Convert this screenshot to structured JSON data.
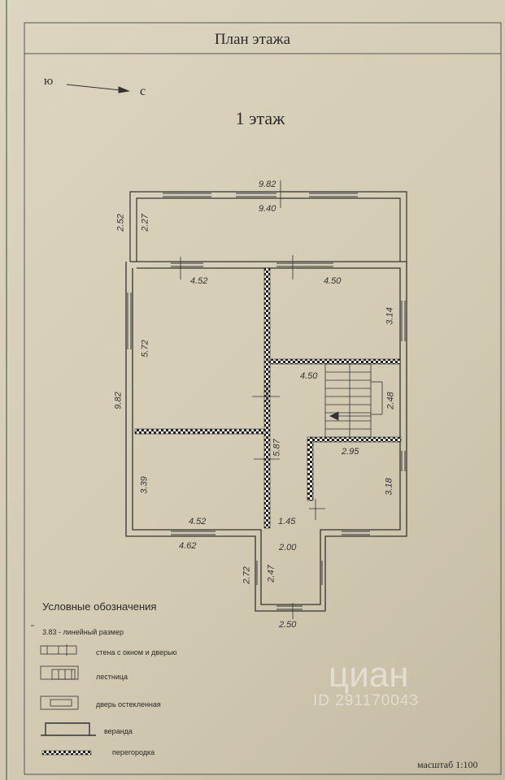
{
  "page_title": "План этажа",
  "compass": {
    "left": "ю",
    "right": "с"
  },
  "floor_label": "1 этаж",
  "dimensions": {
    "top_outer": "9.82",
    "top_inner": "9.40",
    "veranda_outer": "2.52",
    "veranda_inner": "2.27",
    "room_top_left_width": "4.52",
    "room_top_right_width": "4.50",
    "room_top_right_height": "3.14",
    "room_left_height": "5.72",
    "left_outer": "9.82",
    "stair_width": "4.50",
    "stair_height": "2.48",
    "corridor_length": "5.87",
    "room_bottom_right_width": "2.95",
    "room_bottom_right_height": "3.18",
    "room_bottom_left_height": "3.39",
    "room_bottom_left_width": "4.52",
    "corridor_width": "1.45",
    "bottom_left_outer": "4.62",
    "porch_width_top": "2.00",
    "porch_outer_height": "2.72",
    "porch_inner_height": "2.47",
    "porch_width_bottom": "2.50"
  },
  "legend": {
    "title": "Условные обозначения",
    "items": [
      {
        "label": "3.83 -  линейный размер"
      },
      {
        "label": "стена с окном и дверью"
      },
      {
        "label": "лестница"
      },
      {
        "label": "дверь остекленная"
      },
      {
        "label": "веранда"
      },
      {
        "label": "перегородка"
      }
    ]
  },
  "scale": "масштаб 1:100",
  "watermark": {
    "brand": "циан",
    "id": "ID 291170043"
  }
}
